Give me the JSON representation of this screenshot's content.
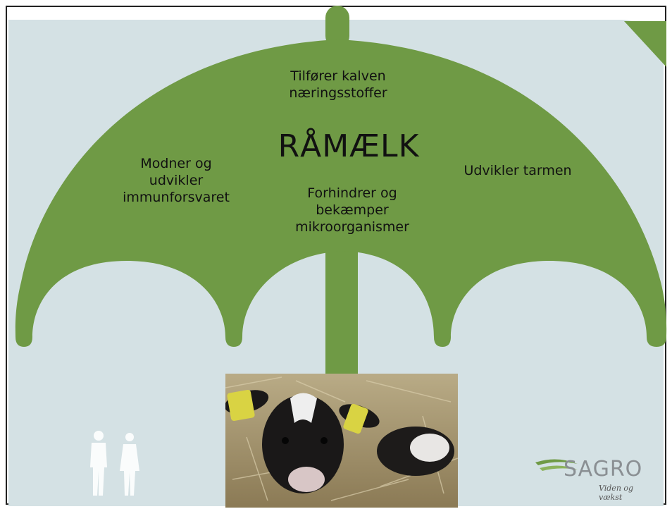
{
  "title": "RÅMÆLK",
  "benefits": {
    "top": [
      "Tilfører kalven",
      "næringsstoffer"
    ],
    "left": [
      "Modner og",
      "udvikler",
      "immunforsvaret"
    ],
    "right": [
      "Udvikler tarmen"
    ],
    "middle": [
      "Forhindrer og",
      "bekæmper",
      "mikroorganismer"
    ]
  },
  "logo": {
    "name": "SAGRO",
    "tagline": "Viden og vækst"
  },
  "colors": {
    "umbrella": "#6f9a45",
    "background": "#d4e1e4",
    "frame": "#222222"
  },
  "photo": {
    "subject": "calf lying in straw with yellow ear tags"
  }
}
